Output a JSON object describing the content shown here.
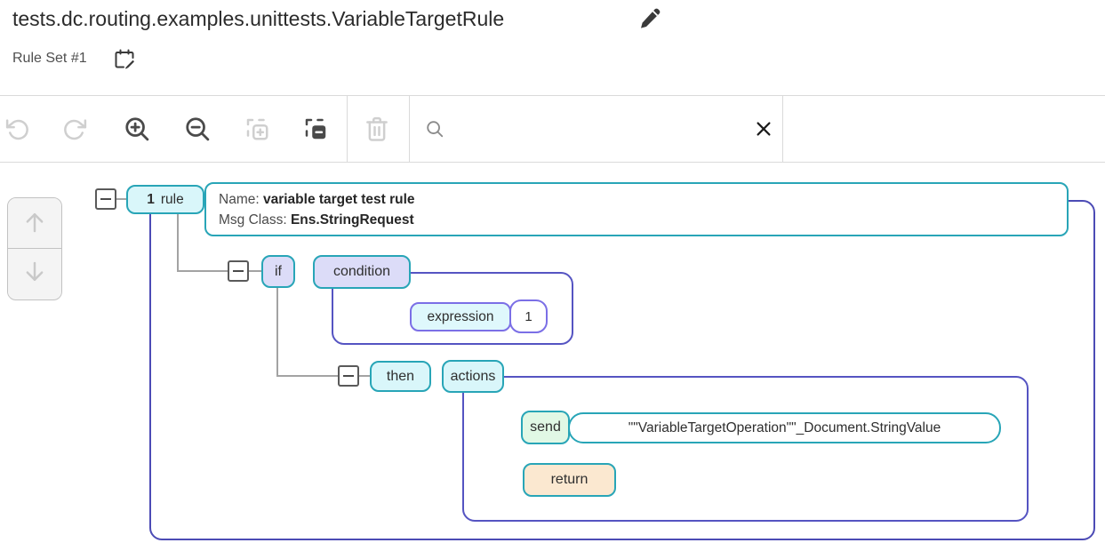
{
  "header": {
    "title": "tests.dc.routing.examples.unittests.VariableTargetRule",
    "ruleset": "Rule Set #1"
  },
  "toolbar": {
    "icons": {
      "undo": "undo-icon",
      "redo": "redo-icon",
      "zoom_in": "zoom-in-icon",
      "zoom_out": "zoom-out-icon",
      "expand_all": "expand-all-icon",
      "collapse_all": "collapse-all-icon",
      "delete": "trash-icon",
      "search": "search-icon",
      "clear": "clear-x-icon"
    },
    "disabled_buttons": [
      "undo",
      "redo",
      "expand_all",
      "delete"
    ],
    "search": {
      "value": "",
      "placeholder": ""
    }
  },
  "diagram": {
    "rule": {
      "number": "1",
      "keyword": "rule",
      "name_label": "Name:",
      "name_value": "variable target test rule",
      "msgclass_label": "Msg Class:",
      "msgclass_value": "Ens.StringRequest"
    },
    "condition_branch": {
      "keyword": "if",
      "block": "condition",
      "expression_label": "expression",
      "expression_value": "1"
    },
    "action_branch": {
      "keyword": "then",
      "block": "actions",
      "send_label": "send",
      "send_value": "\"\"VariableTargetOperation\"\"_Document.StringValue",
      "return_label": "return"
    }
  },
  "colors": {
    "teal_border": "#28a5b7",
    "indigo_outline": "#4c4bb5",
    "purple_border": "#7b6fe6",
    "lavender_fill": "#dcdcf8",
    "cyan_fill": "#d9f6fa",
    "green_fill": "#e1f8e5",
    "peach_fill": "#fbe8d0",
    "expression_fill": "#dff8fc"
  }
}
